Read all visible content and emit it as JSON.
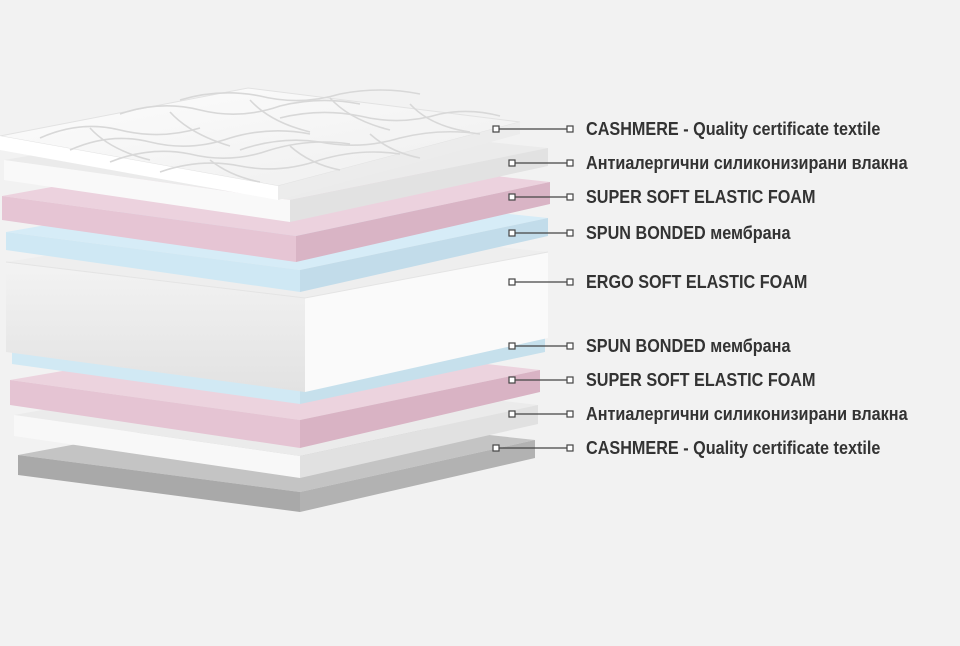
{
  "colors": {
    "background": "#f2f2f2",
    "label_text": "#333333",
    "leader_line": "#444444",
    "cashmere_top": "#f8f8f8",
    "quilt_stitch": "#dcdcdc",
    "fiber": "#ececec",
    "super_soft_foam": "#e8cdd9",
    "spun_bonded": "#d9edf7",
    "ergo_foam": "#f5f5f5",
    "cashmere_bottom": "#b5b5b5"
  },
  "layers": [
    {
      "label": "CASHMERE - Quality certificate textile"
    },
    {
      "label": "Антиалергични силиконизирани влакна"
    },
    {
      "label": "SUPER SOFT ELASTIC FOAM"
    },
    {
      "label": "SPUN BONDED мембрана"
    },
    {
      "label": "ERGO SOFT ELASTIC FOAM"
    },
    {
      "label": "SPUN BONDED мембрана"
    },
    {
      "label": "SUPER SOFT ELASTIC FOAM"
    },
    {
      "label": "Антиалергични силиконизирани влакна"
    },
    {
      "label": "CASHMERE - Quality certificate textile"
    }
  ]
}
